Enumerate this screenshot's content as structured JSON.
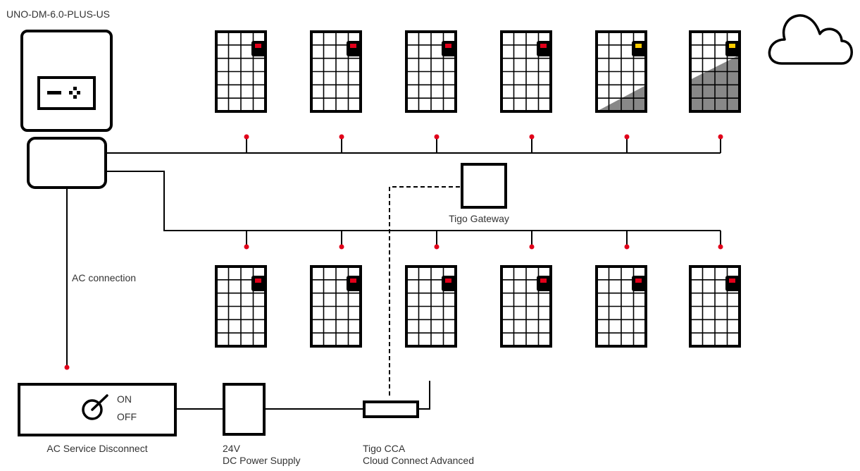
{
  "inverter": {
    "model_label": "UNO-DM-6.0-PLUS-US"
  },
  "ac_connection_label": "AC connection",
  "gateway": {
    "label": "Tigo Gateway"
  },
  "disconnect": {
    "label": "AC Service Disconnect",
    "on_label": "ON",
    "off_label": "OFF"
  },
  "power_supply": {
    "line1": "24V",
    "line2": "DC Power Supply"
  },
  "cca": {
    "line1": "Tigo CCA",
    "line2": "Cloud Connect Advanced"
  },
  "colors": {
    "line": "#000000",
    "connection_dot": "#e2001a",
    "status_red": "#e2001a",
    "status_yellow": "#ffcc00",
    "shade": "#888888",
    "text": "#333333"
  },
  "icons": [
    "cloud-icon",
    "inverter-display-icon",
    "dial-switch-icon",
    "solar-panel-icon",
    "optimizer-icon"
  ],
  "top_row_panels": [
    {
      "status": "red",
      "shading": "none"
    },
    {
      "status": "red",
      "shading": "none"
    },
    {
      "status": "red",
      "shading": "none"
    },
    {
      "status": "red",
      "shading": "none"
    },
    {
      "status": "yellow",
      "shading": "partial"
    },
    {
      "status": "yellow",
      "shading": "heavy"
    }
  ],
  "bottom_row_panels": [
    {
      "status": "red",
      "shading": "none"
    },
    {
      "status": "red",
      "shading": "none"
    },
    {
      "status": "red",
      "shading": "none"
    },
    {
      "status": "red",
      "shading": "none"
    },
    {
      "status": "red",
      "shading": "none"
    },
    {
      "status": "red",
      "shading": "none"
    }
  ]
}
